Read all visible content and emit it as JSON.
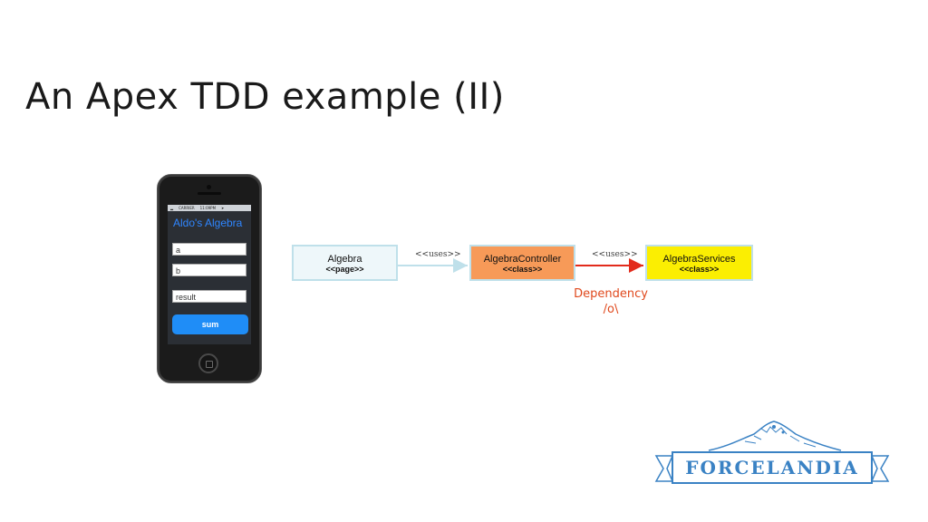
{
  "slide": {
    "title": "An Apex TDD example (II)"
  },
  "phone": {
    "status_carrier": "CARRIER",
    "status_time": "11:09PM",
    "app_title": "Aldo's Algebra",
    "field_a": "a",
    "field_b": "b",
    "field_result": "result",
    "sum_button": "sum"
  },
  "diagram": {
    "nodes": [
      {
        "name": "Algebra",
        "stereotype": "<<page>>",
        "color": "#eef7fa"
      },
      {
        "name": "AlgebraController",
        "stereotype": "<<class>>",
        "color": "#f79a58"
      },
      {
        "name": "AlgebraServices",
        "stereotype": "<<class>>",
        "color": "#fbee02"
      }
    ],
    "edges": [
      {
        "label": "<<uses>>",
        "color": "#bfe0ea"
      },
      {
        "label": "<<uses>>",
        "color": "#e22b1c"
      }
    ],
    "annotation_line1": "Dependency",
    "annotation_line2": "/o\\"
  },
  "logo": {
    "text": "FORCELANDIA",
    "color": "#3a82c4"
  }
}
